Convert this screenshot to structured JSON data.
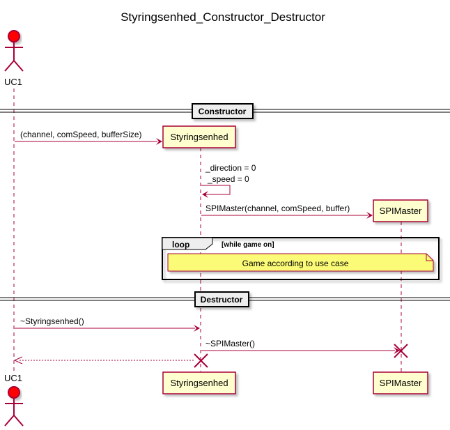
{
  "title": "Styringsenhed_Constructor_Destructor",
  "actor": {
    "label_top": "UC1",
    "label_bottom": "UC1"
  },
  "participants": {
    "styringsenhed_label": "Styringsenhed",
    "spimaster_label": "SPIMaster"
  },
  "dividers": {
    "constructor": "Constructor",
    "destructor": "Destructor"
  },
  "messages": {
    "create_styringsenhed": "(channel, comSpeed, bufferSize)",
    "self_call_line1": "_direction = 0",
    "self_call_line2": "_speed = 0",
    "create_spimaster": "SPIMaster(channel, comSpeed, buffer)",
    "destroy_styringsenhed": "~Styringsenhed()",
    "destroy_spimaster": "~SPIMaster()"
  },
  "loop": {
    "keyword": "loop",
    "guard": "[while game on]",
    "note": "Game according to use case"
  },
  "colors": {
    "line": "#A80036",
    "participant_fill": "#FEFECE",
    "actor_fill": "#ff0000",
    "note_fill": "#FBFB77",
    "divider_fill": "#EEEEEE"
  }
}
